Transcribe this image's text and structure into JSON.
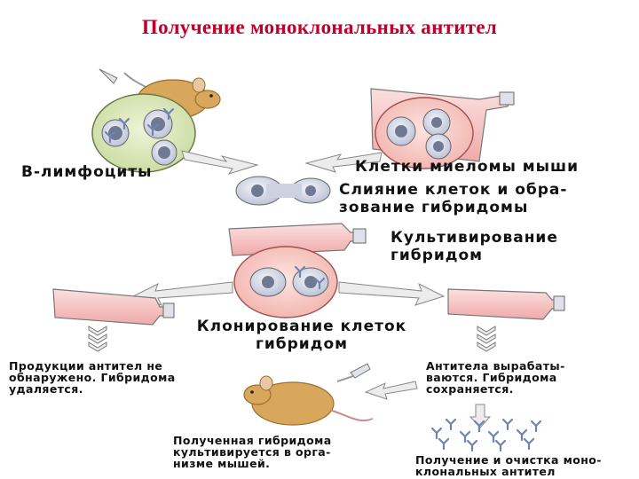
{
  "title": "Получение моноклональных антител",
  "labels": {
    "b_lymphocytes": "В-лимфоциты",
    "myeloma": "Клетки миеломы мыши",
    "fusion": [
      "Слияние клеток и обра-",
      "зование гибридомы"
    ],
    "cultivation": [
      "Культивирование",
      "гибридом"
    ],
    "cloning": [
      "Клонирование клеток",
      "гибридом"
    ],
    "no_production": [
      "Продукции антител не",
      "обнаружено. Гибридома",
      "удаляется."
    ],
    "production": [
      "Антитела вырабаты-",
      "ваются. Гибридома",
      "сохраняется."
    ],
    "in_vivo": [
      "Полученная гибридома",
      "культивируется в орга-",
      "низме мышей."
    ],
    "purification": [
      "Получение и очистка моно-",
      "клональных антител"
    ]
  },
  "colors": {
    "title": "#c0002a",
    "flask_medium": "#f2b8b8",
    "dish_fill": "#f6c9c4",
    "cell_fill": "#d9dde8",
    "nucleus": "#6f7a92",
    "antibody": "#7c8fb8",
    "mouse": "#d9a860",
    "arrow": "#e8e8e8"
  }
}
